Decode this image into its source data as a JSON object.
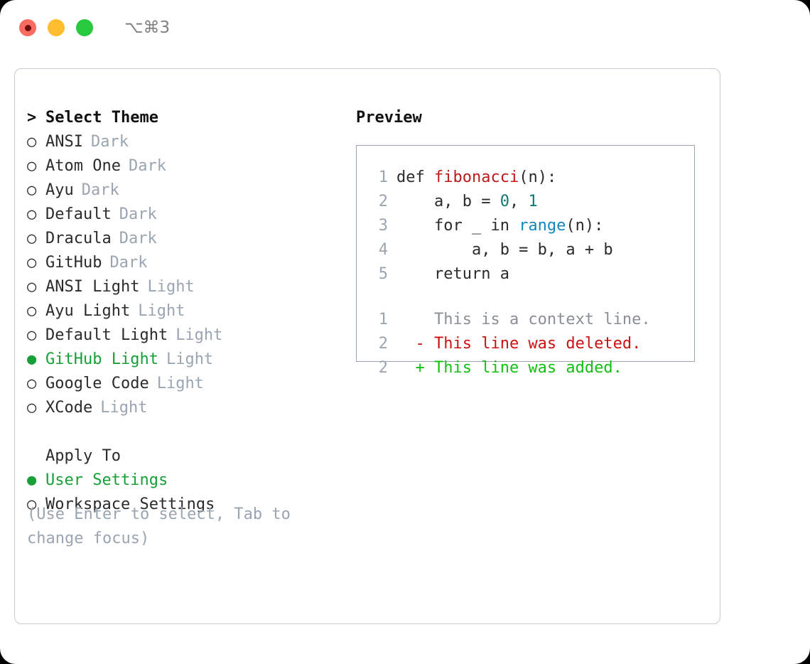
{
  "titlebar": {
    "dots": [
      {
        "name": "close-dot",
        "color": "#fb6b61",
        "recording": true
      },
      {
        "name": "minimize-dot",
        "color": "#fcbd2e",
        "recording": false
      },
      {
        "name": "maximize-dot",
        "color": "#28c93f",
        "recording": false
      }
    ],
    "shortcut": "⌥⌘3"
  },
  "theme_picker": {
    "header": {
      "caret": ">",
      "label": "Select Theme"
    },
    "items": [
      {
        "bullet": "○",
        "label": "ANSI",
        "variant": "Dark",
        "selected": false
      },
      {
        "bullet": "○",
        "label": "Atom One",
        "variant": "Dark",
        "selected": false
      },
      {
        "bullet": "○",
        "label": "Ayu",
        "variant": "Dark",
        "selected": false
      },
      {
        "bullet": "○",
        "label": "Default",
        "variant": "Dark",
        "selected": false
      },
      {
        "bullet": "○",
        "label": "Dracula",
        "variant": "Dark",
        "selected": false
      },
      {
        "bullet": "○",
        "label": "GitHub",
        "variant": "Dark",
        "selected": false
      },
      {
        "bullet": "○",
        "label": "ANSI Light",
        "variant": "Light",
        "selected": false
      },
      {
        "bullet": "○",
        "label": "Ayu Light",
        "variant": "Light",
        "selected": false
      },
      {
        "bullet": "○",
        "label": "Default Light",
        "variant": "Light",
        "selected": false
      },
      {
        "bullet": "●",
        "label": "GitHub Light",
        "variant": "Light",
        "selected": true
      },
      {
        "bullet": "○",
        "label": "Google Code",
        "variant": "Light",
        "selected": false
      },
      {
        "bullet": "○",
        "label": "XCode",
        "variant": "Light",
        "selected": false
      }
    ]
  },
  "apply_to": {
    "header": "Apply To",
    "options": [
      {
        "bullet": "●",
        "label": "User Settings",
        "selected": true
      },
      {
        "bullet": "○",
        "label": "Workspace Settings",
        "selected": false
      }
    ]
  },
  "hint": "(Use Enter to select, Tab to change focus)",
  "preview": {
    "title": "Preview",
    "code_lines": [
      {
        "num": "1",
        "segments": [
          {
            "text": "def ",
            "tok": "plain"
          },
          {
            "text": "fibonacci",
            "tok": "fn"
          },
          {
            "text": "(n):",
            "tok": "plain"
          }
        ]
      },
      {
        "num": "2",
        "segments": [
          {
            "text": "    a, b = ",
            "tok": "plain"
          },
          {
            "text": "0",
            "tok": "num"
          },
          {
            "text": ", ",
            "tok": "plain"
          },
          {
            "text": "1",
            "tok": "num"
          }
        ]
      },
      {
        "num": "3",
        "segments": [
          {
            "text": "    for _ in ",
            "tok": "plain"
          },
          {
            "text": "range",
            "tok": "bi"
          },
          {
            "text": "(n):",
            "tok": "plain"
          }
        ]
      },
      {
        "num": "4",
        "segments": [
          {
            "text": "        a, b = b, a + b",
            "tok": "plain"
          }
        ]
      },
      {
        "num": "5",
        "segments": [
          {
            "text": "    return a",
            "tok": "plain"
          }
        ]
      }
    ],
    "diff_lines": [
      {
        "num": "1",
        "marker": " ",
        "text": "This is a context line.",
        "kind": "ctx"
      },
      {
        "num": "2",
        "marker": "-",
        "text": "This line was deleted.",
        "kind": "del"
      },
      {
        "num": "2",
        "marker": "+",
        "text": "This line was added.",
        "kind": "add"
      }
    ]
  },
  "colors": {
    "accent_green": "#17a038",
    "muted": "#9aa5b1",
    "text": "#2b2b2b",
    "diff_del": "#cc1111",
    "diff_add": "#13c013",
    "fn": "#bb1a1a",
    "num": "#0e7a70",
    "builtin": "#1287c0",
    "border": "#c6ccd4"
  }
}
